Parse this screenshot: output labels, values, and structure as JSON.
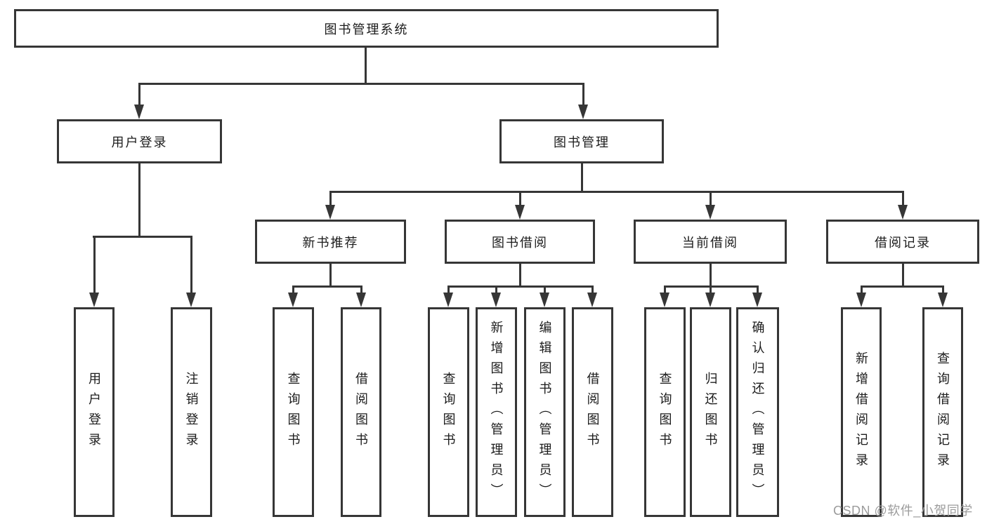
{
  "diagram": {
    "root": {
      "label": "图书管理系统"
    },
    "level1": [
      {
        "label": "用户登录"
      },
      {
        "label": "图书管理"
      }
    ],
    "level2": [
      {
        "label": "新书推荐"
      },
      {
        "label": "图书借阅"
      },
      {
        "label": "当前借阅"
      },
      {
        "label": "借阅记录"
      }
    ],
    "leaves": {
      "user_login": [
        "用户登录",
        "注销登录"
      ],
      "new_book": [
        "查询图书",
        "借阅图书"
      ],
      "book_borrow": [
        "查询图书",
        "新增图书（管理员）",
        "编辑图书（管理员）",
        "借阅图书"
      ],
      "current_borrow": [
        "查询图书",
        "归还图书",
        "确认归还（管理员）"
      ],
      "borrow_record": [
        "新增借阅记录",
        "查询借阅记录"
      ]
    },
    "watermark": "CSDN @软件_小贺同学",
    "colors": {
      "line": "#363636",
      "text": "#1c1c1c",
      "watermark": "#9c9c9c",
      "background": "#ffffff"
    }
  }
}
